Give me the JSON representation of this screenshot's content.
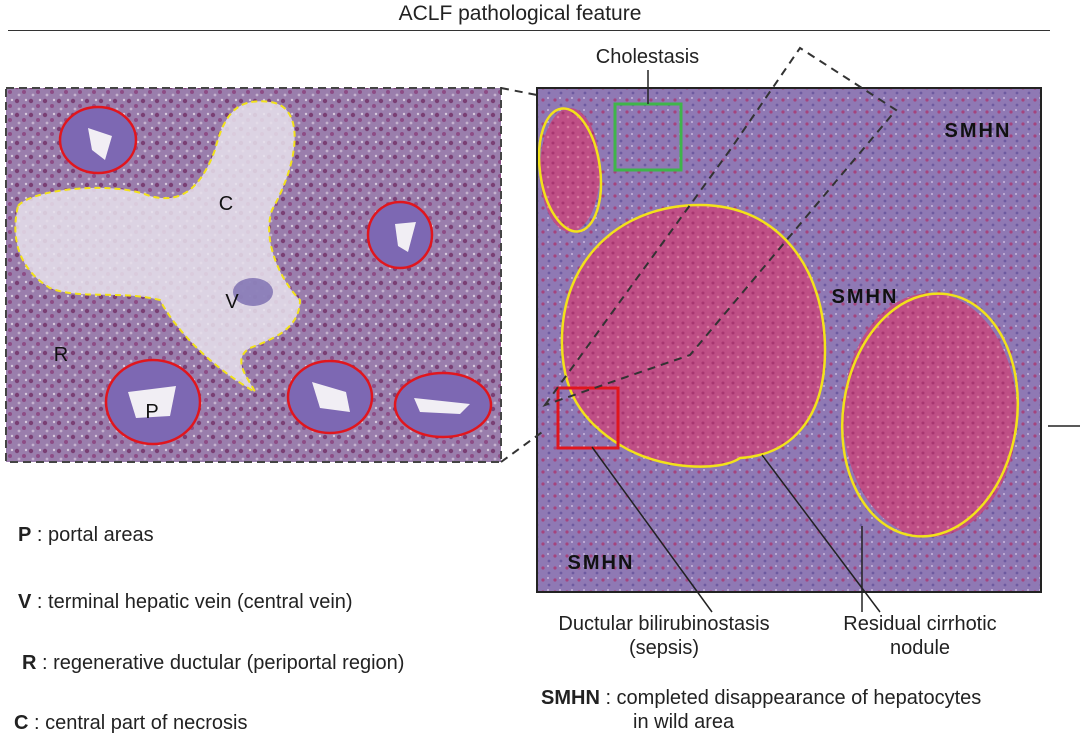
{
  "title": "ACLF pathological feature",
  "zoom_panel": {
    "labels": {
      "c": "C",
      "v": "V",
      "r": "R",
      "p": "P"
    }
  },
  "overview_panel": {
    "smhn_label": "SMHN"
  },
  "callouts": {
    "cholestasis": "Cholestasis",
    "ductular_line1": "Ductular bilirubinostasis",
    "ductular_line2": "(sepsis)",
    "residual_line1": "Residual cirrhotic",
    "residual_line2": "nodule"
  },
  "legend": [
    {
      "key": "P",
      "text": " : portal areas"
    },
    {
      "key": "V",
      "text": " : terminal hepatic vein (central vein)"
    },
    {
      "key": "R",
      "text": " : regenerative ductular (periportal region)"
    },
    {
      "key": "C",
      "text": " : central part of necrosis"
    }
  ],
  "smhn_definition": {
    "key": "SMHN",
    "line1": " : completed disappearance of hepatocytes",
    "line2": "in wild area"
  },
  "colors": {
    "tissue_purple": "#8a6a9e",
    "nodule_pink": "#b8457e",
    "portal_circle": "#e0161e",
    "necrosis_outline": "#f2e21a",
    "cholestasis_box": "#3fb54a",
    "ductular_box": "#e0161e"
  }
}
